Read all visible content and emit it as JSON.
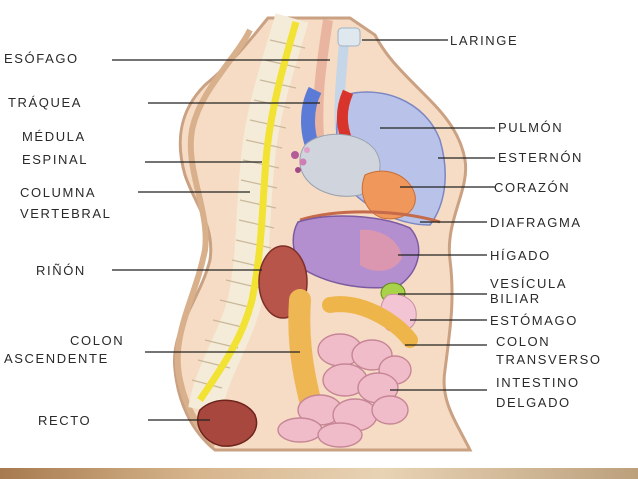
{
  "labels_left": [
    {
      "id": "esofago",
      "lines": [
        "ESÓFAGO"
      ]
    },
    {
      "id": "traquea",
      "lines": [
        "TRÁQUEA"
      ]
    },
    {
      "id": "medula",
      "lines": [
        "MÉDULA",
        "ESPINAL"
      ]
    },
    {
      "id": "columna",
      "lines": [
        "COLUMNA",
        "VERTEBRAL"
      ]
    },
    {
      "id": "rinon",
      "lines": [
        "RIÑÓN"
      ]
    },
    {
      "id": "colon-asc",
      "lines": [
        "COLON",
        "ASCENDENTE"
      ]
    },
    {
      "id": "recto",
      "lines": [
        "RECTO"
      ]
    }
  ],
  "labels_right": [
    {
      "id": "laringe",
      "lines": [
        "LARINGE"
      ]
    },
    {
      "id": "pulmon",
      "lines": [
        "PULMÓN"
      ]
    },
    {
      "id": "esternon",
      "lines": [
        "ESTERNÓN"
      ]
    },
    {
      "id": "corazon",
      "lines": [
        "CORAZÓN"
      ]
    },
    {
      "id": "diafragma",
      "lines": [
        "DIAFRAGMA"
      ]
    },
    {
      "id": "higado",
      "lines": [
        "HÍGADO"
      ]
    },
    {
      "id": "vesicula",
      "lines": [
        "VESÍCULA",
        "BILIAR"
      ]
    },
    {
      "id": "estomago",
      "lines": [
        "ESTÓMAGO"
      ]
    },
    {
      "id": "colon-trans",
      "lines": [
        "COLON",
        "TRANSVERSO"
      ]
    },
    {
      "id": "intestino",
      "lines": [
        "INTESTINO",
        "DELGADO"
      ]
    }
  ]
}
